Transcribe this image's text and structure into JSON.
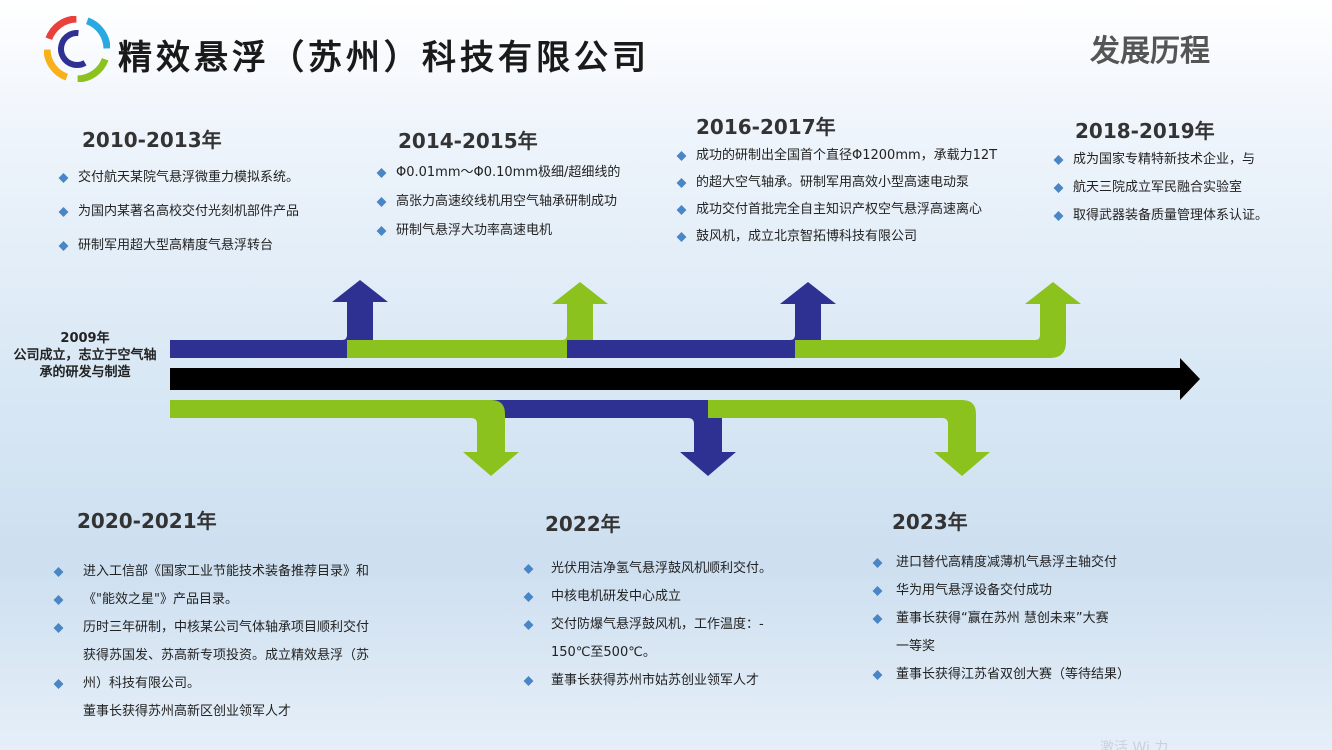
{
  "header": {
    "company_name": "精效悬浮（苏州）科技有限公司",
    "page_title": "发展历程"
  },
  "origin": {
    "year": "2009年",
    "text": "公司成立，志立于空气轴承的研发与制造"
  },
  "milestones_top": [
    {
      "year": "2010-2013年",
      "items": [
        "交付航天某院气悬浮微重力模拟系统。",
        "为国内某著名高校交付光刻机部件产品",
        "研制军用超大型高精度气悬浮转台"
      ]
    },
    {
      "year": "2014-2015年",
      "items": [
        "Φ0.01mm～Φ0.10mm极细/超细线的",
        "高张力高速绞线机用空气轴承研制成功",
        "研制气悬浮大功率高速电机"
      ]
    },
    {
      "year": "2016-2017年",
      "items": [
        "成功的研制出全国首个直径Φ1200mm，承载力12T",
        "的超大空气轴承。研制军用高效小型高速电动泵",
        "成功交付首批完全自主知识产权空气悬浮高速离心",
        "鼓风机，成立北京智拓博科技有限公司"
      ]
    },
    {
      "year": "2018-2019年",
      "items": [
        "成为国家专精特新技术企业，与",
        "航天三院成立军民融合实验室",
        "取得武器装备质量管理体系认证。"
      ]
    }
  ],
  "milestones_bottom": [
    {
      "year": "2020-2021年",
      "items": [
        "进入工信部《国家工业节能技术装备推荐目录》和",
        "《\"能效之星\"》产品目录。",
        "历时三年研制，中核某公司气体轴承项目顺利交付",
        "获得苏国发、苏高新专项投资。成立精效悬浮（苏",
        "州）科技有限公司。",
        "董事长获得苏州高新区创业领军人才"
      ]
    },
    {
      "year": "2022年",
      "items": [
        "光伏用洁净氢气悬浮鼓风机顺利交付。",
        "中核电机研发中心成立",
        "交付防爆气悬浮鼓风机，工作温度：-",
        "150℃至500℃。",
        "董事长获得苏州市姑苏创业领军人才"
      ]
    },
    {
      "year": "2023年",
      "items": [
        "进口替代高精度减薄机气悬浮主轴交付",
        "华为用气悬浮设备交付成功",
        "董事长获得“赢在苏州 慧创未来”大赛",
        "一等奖",
        "董事长获得江苏省双创大赛（等待结果）"
      ]
    }
  ],
  "footer": {
    "watermark": "激活 Wi 力"
  },
  "colors": {
    "navy": "#2e3191",
    "green": "#8cc21e",
    "axis": "#000000",
    "bullet": "#4a86c5"
  },
  "icons": {
    "logo": "swirl-logo-icon",
    "bullet": "diamond-bullet-icon",
    "axis_head": "arrow-right-icon"
  }
}
